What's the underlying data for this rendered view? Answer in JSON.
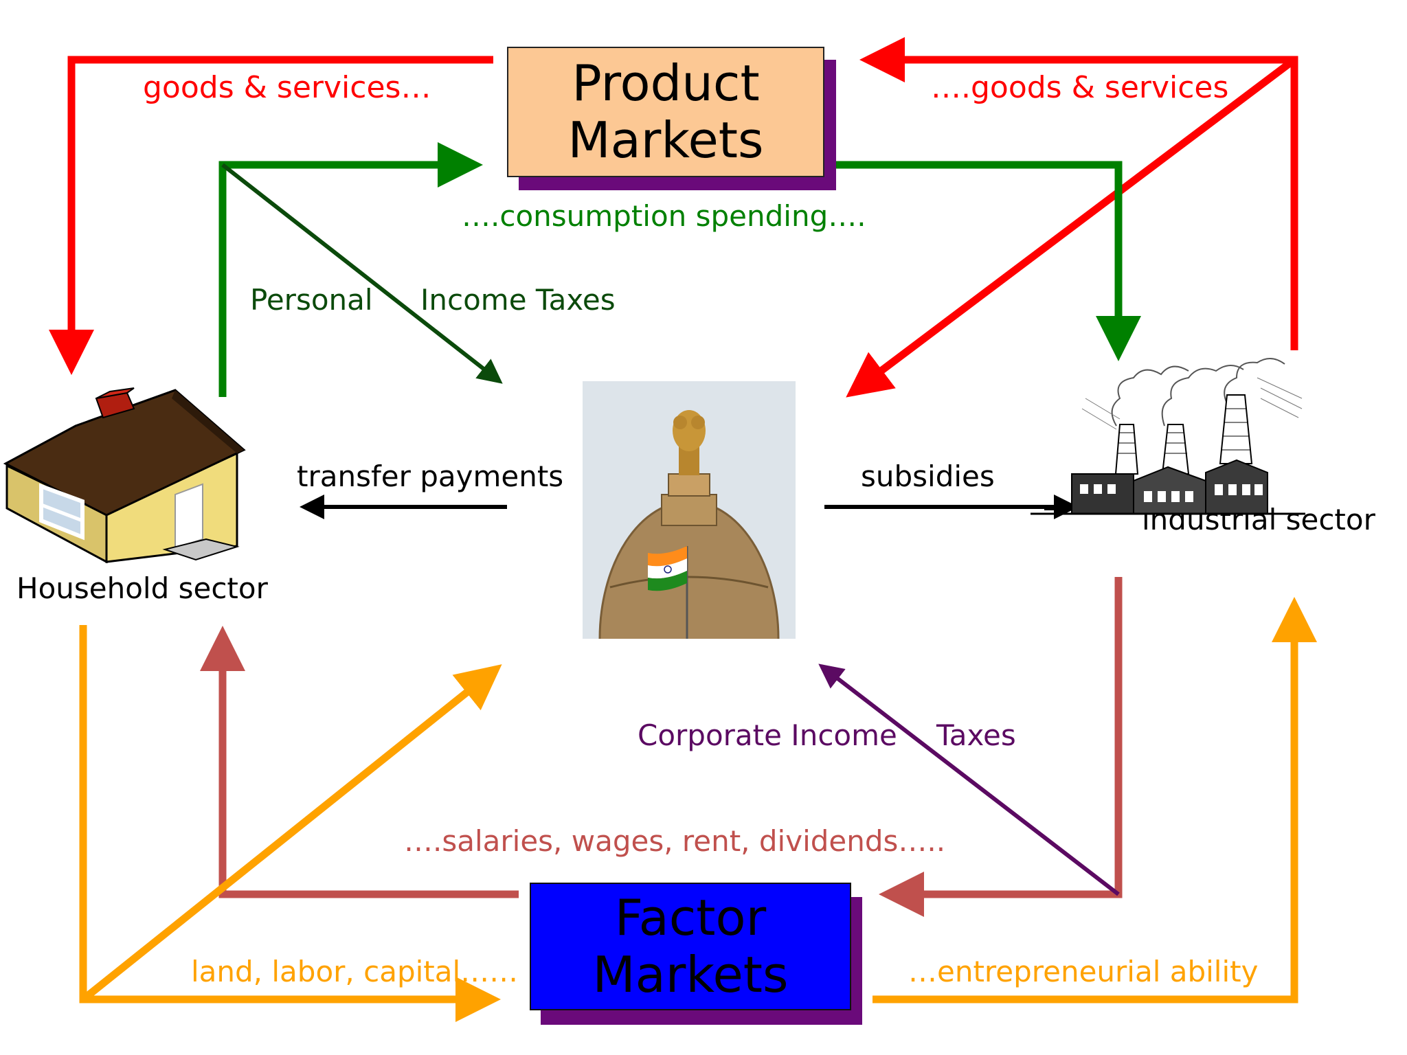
{
  "product_markets": {
    "line1": "Product",
    "line2": "Markets"
  },
  "factor_markets": {
    "line1": "Factor",
    "line2": "Markets"
  },
  "labels": {
    "goods_left": "goods & services…",
    "goods_right": "….goods & services",
    "consumption": "….consumption spending….",
    "personal": "Personal",
    "income_taxes": "Income Taxes",
    "transfer": "transfer payments",
    "subsidies": "subsidies",
    "household": "Household sector",
    "industrial": "industrial sector",
    "corporate_income": "Corporate Income",
    "corporate_taxes": "Taxes",
    "salaries": "….salaries, wages, rent, dividends…..",
    "land": "land, labor, capital……",
    "entrepreneurial": "…entrepreneurial ability"
  },
  "colors": {
    "goods": "#ff0000",
    "consumption": "#008000",
    "personal_tax": "#0b4a0b",
    "income_flow": "#c0504d",
    "factors": "#ffa200",
    "corporate_tax": "#5b0a62",
    "transfer": "#000000",
    "product_box": "#fcc894",
    "factor_box": "#0000ff",
    "box_shadow": "#6a0a7a"
  },
  "icons": {
    "household": "house-icon",
    "industrial": "factory-icon",
    "government": "parliament-dome-image"
  }
}
